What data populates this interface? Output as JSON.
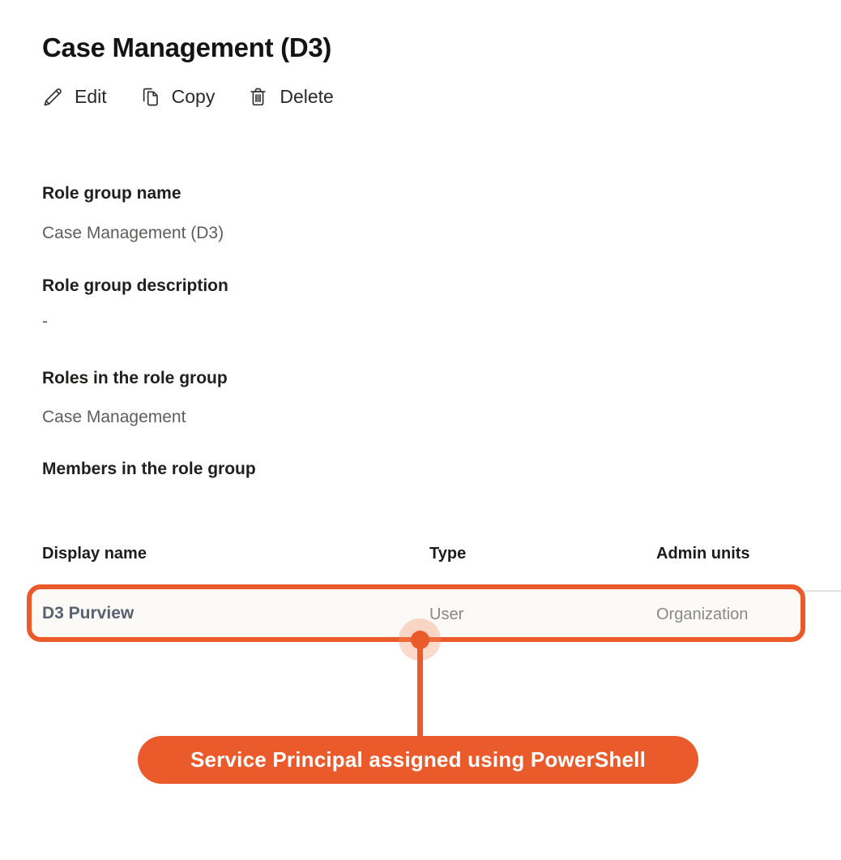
{
  "page_title": "Case Management (D3)",
  "toolbar": {
    "edit_label": "Edit",
    "copy_label": "Copy",
    "delete_label": "Delete"
  },
  "fields": {
    "role_group_name": {
      "label": "Role group name",
      "value": "Case Management (D3)"
    },
    "role_group_description": {
      "label": "Role group description",
      "value": "-"
    },
    "roles_in_role_group": {
      "label": "Roles in the role group",
      "value": "Case Management"
    },
    "members_in_role_group": {
      "label": "Members in the role group"
    }
  },
  "members_table": {
    "columns": {
      "display_name": "Display name",
      "type": "Type",
      "admin_units": "Admin units"
    },
    "rows": [
      {
        "display_name": "D3 Purview",
        "type": "User",
        "admin_units": "Organization"
      }
    ]
  },
  "annotation": {
    "label": "Service Principal assigned using PowerShell",
    "accent_color": "#EB5A2B",
    "halo_color": "rgba(243,140,96,0.33)"
  }
}
